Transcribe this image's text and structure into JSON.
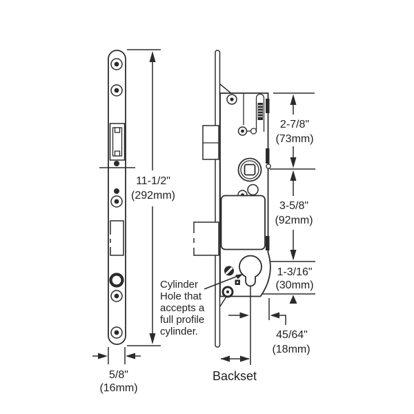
{
  "diagram": {
    "subject": "multipoint-mortise-lock-dimension-diagram",
    "colors": {
      "line": "#2b2b2b",
      "text": "#1f1f1f",
      "background": "#ffffff"
    },
    "dimensions": {
      "plate_height": {
        "inches": "11-1/2\"",
        "metric": "(292mm)"
      },
      "plate_width": {
        "inches": "5/8\"",
        "metric": "(16mm)"
      },
      "top_to_spindle": {
        "inches": "2-7/8\"",
        "metric": "(73mm)"
      },
      "spindle_to_cylinder": {
        "inches": "3-5/8\"",
        "metric": "(92mm)"
      },
      "cylinder_to_bottom": {
        "inches": "1-3/16\"",
        "metric": "(30mm)"
      },
      "cylinder_offset": {
        "inches": "45/64\"",
        "metric": "(18mm)"
      },
      "backset_label": "Backset"
    },
    "note": {
      "lines": [
        "Cylinder",
        "Hole that",
        "accepts a",
        "full profile",
        "cylinder."
      ]
    }
  }
}
